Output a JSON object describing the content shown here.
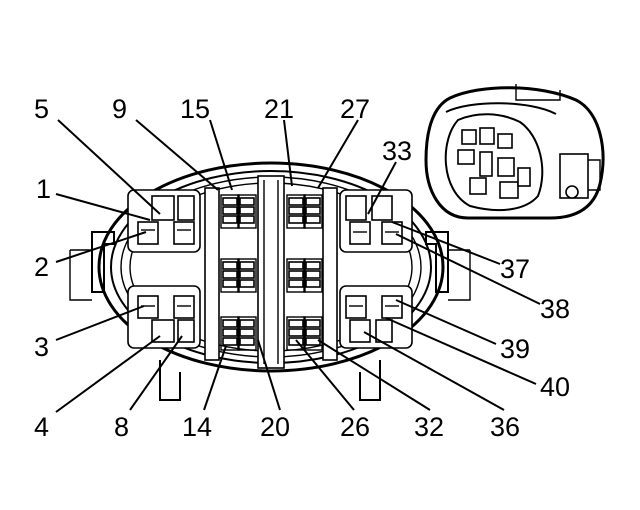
{
  "pin_labels": {
    "p1": "1",
    "p2": "2",
    "p3": "3",
    "p4": "4",
    "p5": "5",
    "p8": "8",
    "p9": "9",
    "p14": "14",
    "p15": "15",
    "p20": "20",
    "p21": "21",
    "p26": "26",
    "p27": "27",
    "p32": "32",
    "p33": "33",
    "p36": "36",
    "p37": "37",
    "p38": "38",
    "p39": "39",
    "p40": "40"
  },
  "colors": {
    "line": "#000000",
    "background": "#ffffff"
  }
}
